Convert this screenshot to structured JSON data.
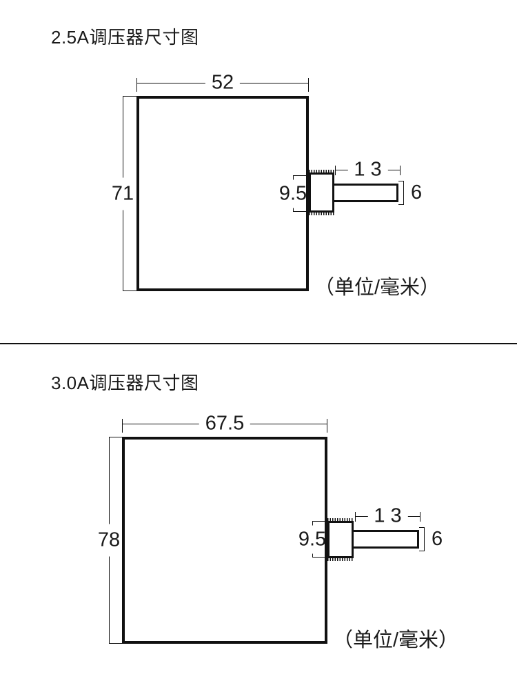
{
  "colors": {
    "background": "#ffffff",
    "line": "#111111",
    "text": "#1a1a1a"
  },
  "sections": [
    {
      "title": "2.5A调压器尺寸图",
      "unit_note": "（单位/毫米）",
      "dimensions_mm": {
        "body_width": "52",
        "body_height": "71",
        "plug_height": "9.5",
        "pin_length": "1 3",
        "pin_height": "6"
      }
    },
    {
      "title": "3.0A调压器尺寸图",
      "unit_note": "（单位/毫米）",
      "dimensions_mm": {
        "body_width": "67.5",
        "body_height": "78",
        "plug_height": "9.5",
        "pin_length": "1 3",
        "pin_height": "6"
      }
    }
  ]
}
